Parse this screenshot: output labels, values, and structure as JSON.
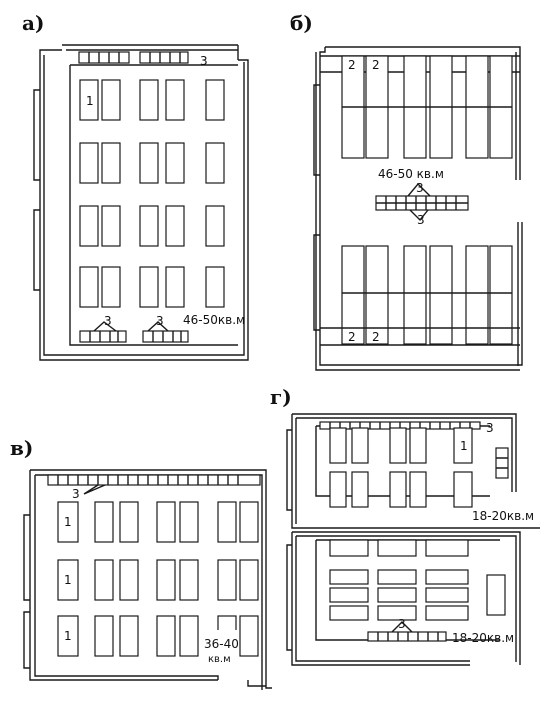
{
  "panels": {
    "a": {
      "label": "а)",
      "area": "46-50кв.м",
      "desk_num": "1",
      "shelf_num": "3"
    },
    "b": {
      "label": "б)",
      "area": "46-50 кв.м",
      "desk_num": "2",
      "shelf_num": "3"
    },
    "v": {
      "label": "в)",
      "area_line1": "36-40",
      "area_line2": "кв.м",
      "desk_num": "1",
      "shelf_num": "3"
    },
    "g": {
      "label": "г)",
      "area_top": "18-20кв.м",
      "area_bottom": "18-20кв.м",
      "desk_num": "1",
      "shelf_num": "3"
    }
  }
}
